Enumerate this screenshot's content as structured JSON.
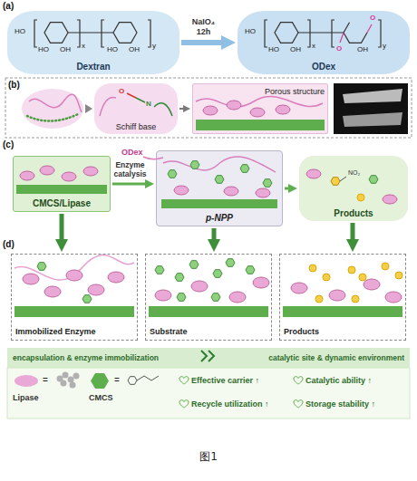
{
  "diagram": {
    "caption": "图1",
    "nodes": [
      {
        "text": [
          "Dextran"
        ]
      },
      {
        "text": [
          "ODex"
        ]
      },
      {
        "text": [
          "Schiff base"
        ]
      },
      {
        "text": [
          "Porous structure"
        ]
      },
      {
        "text": [
          "CMCS/Lipase"
        ]
      },
      {
        "text": [
          "p-NPP"
        ]
      },
      {
        "text": [
          "Products"
        ]
      },
      {
        "text": [
          "Immobilized Enzyme"
        ]
      },
      {
        "text": [
          "Substrate"
        ]
      },
      {
        "text": [
          "Products"
        ]
      },
      {
        "text": [
          "encapsulation & enzyme immobilization",
          "catalytic site & dynamic environment"
        ]
      }
    ],
    "edges": [
      {
        "from": 0,
        "to": 1,
        "arrow": "to",
        "label": "NaIO₄ 12h"
      },
      {
        "from": 2,
        "to": 3,
        "arrow": "to"
      },
      {
        "from": 4,
        "to": 5,
        "arrow": "to",
        "label": "Enzyme catalysis"
      },
      {
        "from": 5,
        "to": 6,
        "arrow": "to"
      },
      {
        "from": 4,
        "to": 7,
        "arrow": "to"
      },
      {
        "from": 5,
        "to": 8,
        "arrow": "to"
      },
      {
        "from": 6,
        "to": 9,
        "arrow": "to"
      }
    ],
    "labels": [
      "(a)",
      "HO",
      "HO",
      "OH",
      "x",
      "HO",
      "OH",
      "y",
      "HO",
      "HO",
      "OH",
      "x",
      "O",
      "O",
      "OH",
      "y",
      "(b)",
      "O",
      "N",
      "(c)",
      "ODex",
      "NO₂",
      "(d)",
      "=",
      "=",
      "Effective carrier ↑",
      "Catalytic ability ↑",
      "Recycle utilization ↑",
      "Storage stability ↑"
    ],
    "legend": [
      {
        "text": "Lipase",
        "color": "#e9a8d6"
      },
      {
        "text": "CMCS",
        "color": "#5fae4e"
      }
    ]
  }
}
